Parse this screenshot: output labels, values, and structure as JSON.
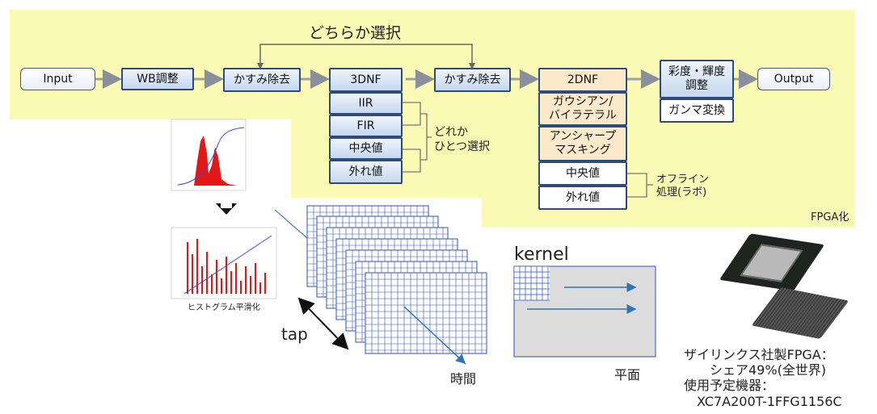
{
  "pipeline": {
    "input": "Input",
    "wb": "WB調整",
    "dehaze1": "かすみ除去",
    "dnf3": "3DNF",
    "dnf3_options": [
      "IIR",
      "FIR",
      "中央値",
      "外れ値"
    ],
    "dehaze2": "かすみ除去",
    "dnf2": "2DNF",
    "dnf2_options": [
      "ガウシアン/\nバイラテラル",
      "アンシャープ\nマスキング",
      "中央値",
      "外れ値"
    ],
    "color": "彩度・輝度\n調整",
    "gamma": "ガンマ変換",
    "output": "Output"
  },
  "labels": {
    "either": "どちらか選択",
    "choose_one": "どれか\nひとつ選択",
    "offline": "オフライン\n処理(ラボ)",
    "fpga": "FPGA化",
    "histogram": "ヒストグラム平滑化",
    "tap": "tap",
    "time": "時間",
    "kernel": "kernel",
    "plane": "平面",
    "xilinx": "ザイリンクス社製FPGA：\n　　シェア49%(全世界)\n使用予定機器：\n　XC7A200T-1FFG1156C"
  },
  "colors": {
    "yellow_bg": "#fafab4",
    "box_border": "#2f4a7c",
    "box_blue": "#c6d8f0",
    "box_peach": "#fdeacb",
    "grid_line": "#2b50c8",
    "arrow_blue": "#2e75b6"
  }
}
